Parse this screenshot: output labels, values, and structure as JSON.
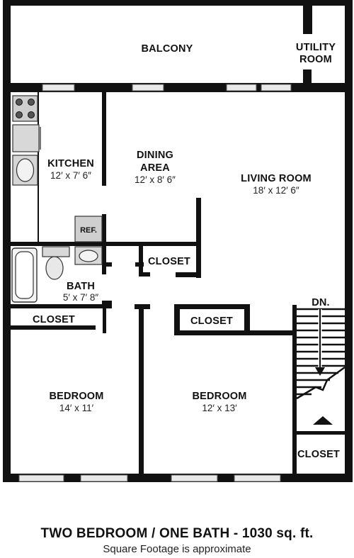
{
  "title": "TWO BEDROOM / ONE BATH - 1030 sq. ft.",
  "subtitle": "Square Footage is approximate",
  "rooms": {
    "balcony": {
      "label": "BALCONY"
    },
    "utility": {
      "line1": "UTILITY",
      "line2": "ROOM"
    },
    "kitchen": {
      "label": "KITCHEN",
      "dims": "12′ x 7′ 6″"
    },
    "dining": {
      "line1": "DINING",
      "line2": "AREA",
      "dims": "12′ x 8′ 6″"
    },
    "living": {
      "label": "LIVING ROOM",
      "dims": "18′ x 12′ 6″"
    },
    "bath": {
      "label": "BATH",
      "dims": "5′ x 7′ 8″"
    },
    "closet_hall": {
      "label": "CLOSET"
    },
    "closet_bath": {
      "label": "CLOSET"
    },
    "closet_bed2": {
      "label": "CLOSET"
    },
    "closet_stair": {
      "label": "CLOSET"
    },
    "bedroom1": {
      "label": "BEDROOM",
      "dims": "14′ x 11′"
    },
    "bedroom2": {
      "label": "BEDROOM",
      "dims": "12′ x 13′"
    },
    "stairs": {
      "label": "DN."
    },
    "fridge": {
      "label": "REF."
    }
  }
}
